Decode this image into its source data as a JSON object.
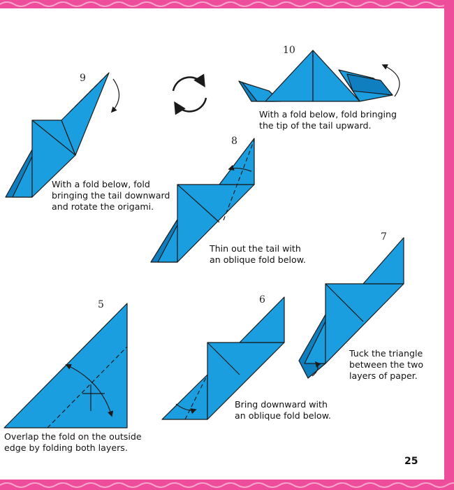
{
  "colors": {
    "paper_blue": "#1a9ee0",
    "paper_blue_dark": "#0f7fc0",
    "frame_pink": "#ee4d9b",
    "frame_pink_light": "#f7a7cc",
    "outline": "#1a1a1a"
  },
  "steps": [
    {
      "number": "5",
      "caption": "Overlap the fold on the outside\nedge by folding both layers."
    },
    {
      "number": "6",
      "caption": "Bring downward with\nan oblique fold below."
    },
    {
      "number": "7",
      "caption": "Tuck the triangle\nbetween the two\nlayers of paper."
    },
    {
      "number": "8",
      "caption": "Thin out the tail with\nan oblique fold below."
    },
    {
      "number": "9",
      "caption": "With a fold below, fold\nbringing the tail downward\nand rotate the origami."
    },
    {
      "number": "10",
      "caption": "With a fold below, fold bringing\nthe tip of the tail upward."
    }
  ],
  "icons": {
    "rotate": "rotate-arrows-icon"
  },
  "page_number": "25"
}
